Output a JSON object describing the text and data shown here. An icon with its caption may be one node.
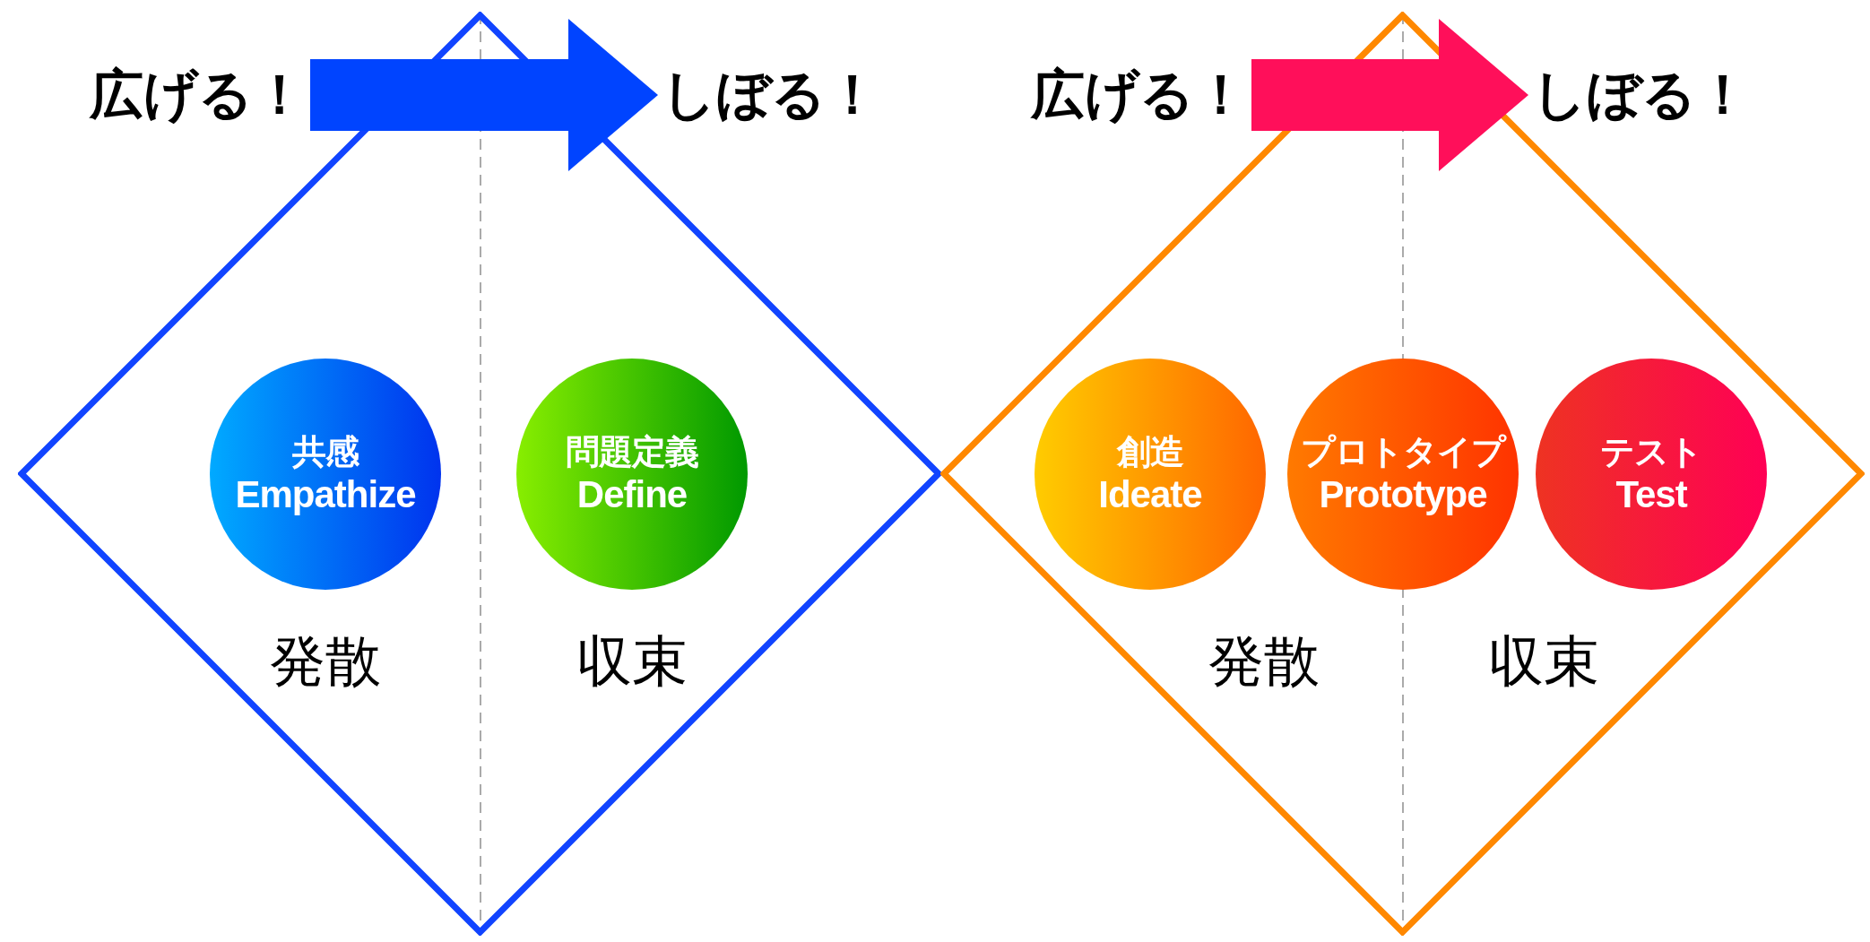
{
  "diagram": {
    "nodes": [
      {
        "text": [],
        "shape": "diamond"
      },
      {
        "text": [
          "共感",
          "Empathize"
        ],
        "in": 0
      },
      {
        "text": [
          "問題定義",
          "Define"
        ],
        "in": 0
      },
      {
        "text": [],
        "shape": "diamond"
      },
      {
        "text": [
          "創造",
          "Ideate"
        ],
        "in": 3
      },
      {
        "text": [
          "プロトタイプ",
          "Prototype"
        ],
        "in": 3
      },
      {
        "text": [
          "テスト",
          "Test"
        ],
        "in": 3
      },
      {
        "text": [
          "広げる！"
        ]
      },
      {
        "text": [
          "しぼる！"
        ]
      },
      {
        "text": [
          "広げる！"
        ]
      },
      {
        "text": [
          "しぼる！"
        ]
      }
    ],
    "edges": [
      {
        "from": 7,
        "to": 8,
        "arrow": "to",
        "color": "#0044ff"
      },
      {
        "from": 9,
        "to": 10,
        "arrow": "to",
        "color": "#ff0f5a"
      }
    ],
    "labels": [
      "発散",
      "収束",
      "発散",
      "収束"
    ]
  }
}
